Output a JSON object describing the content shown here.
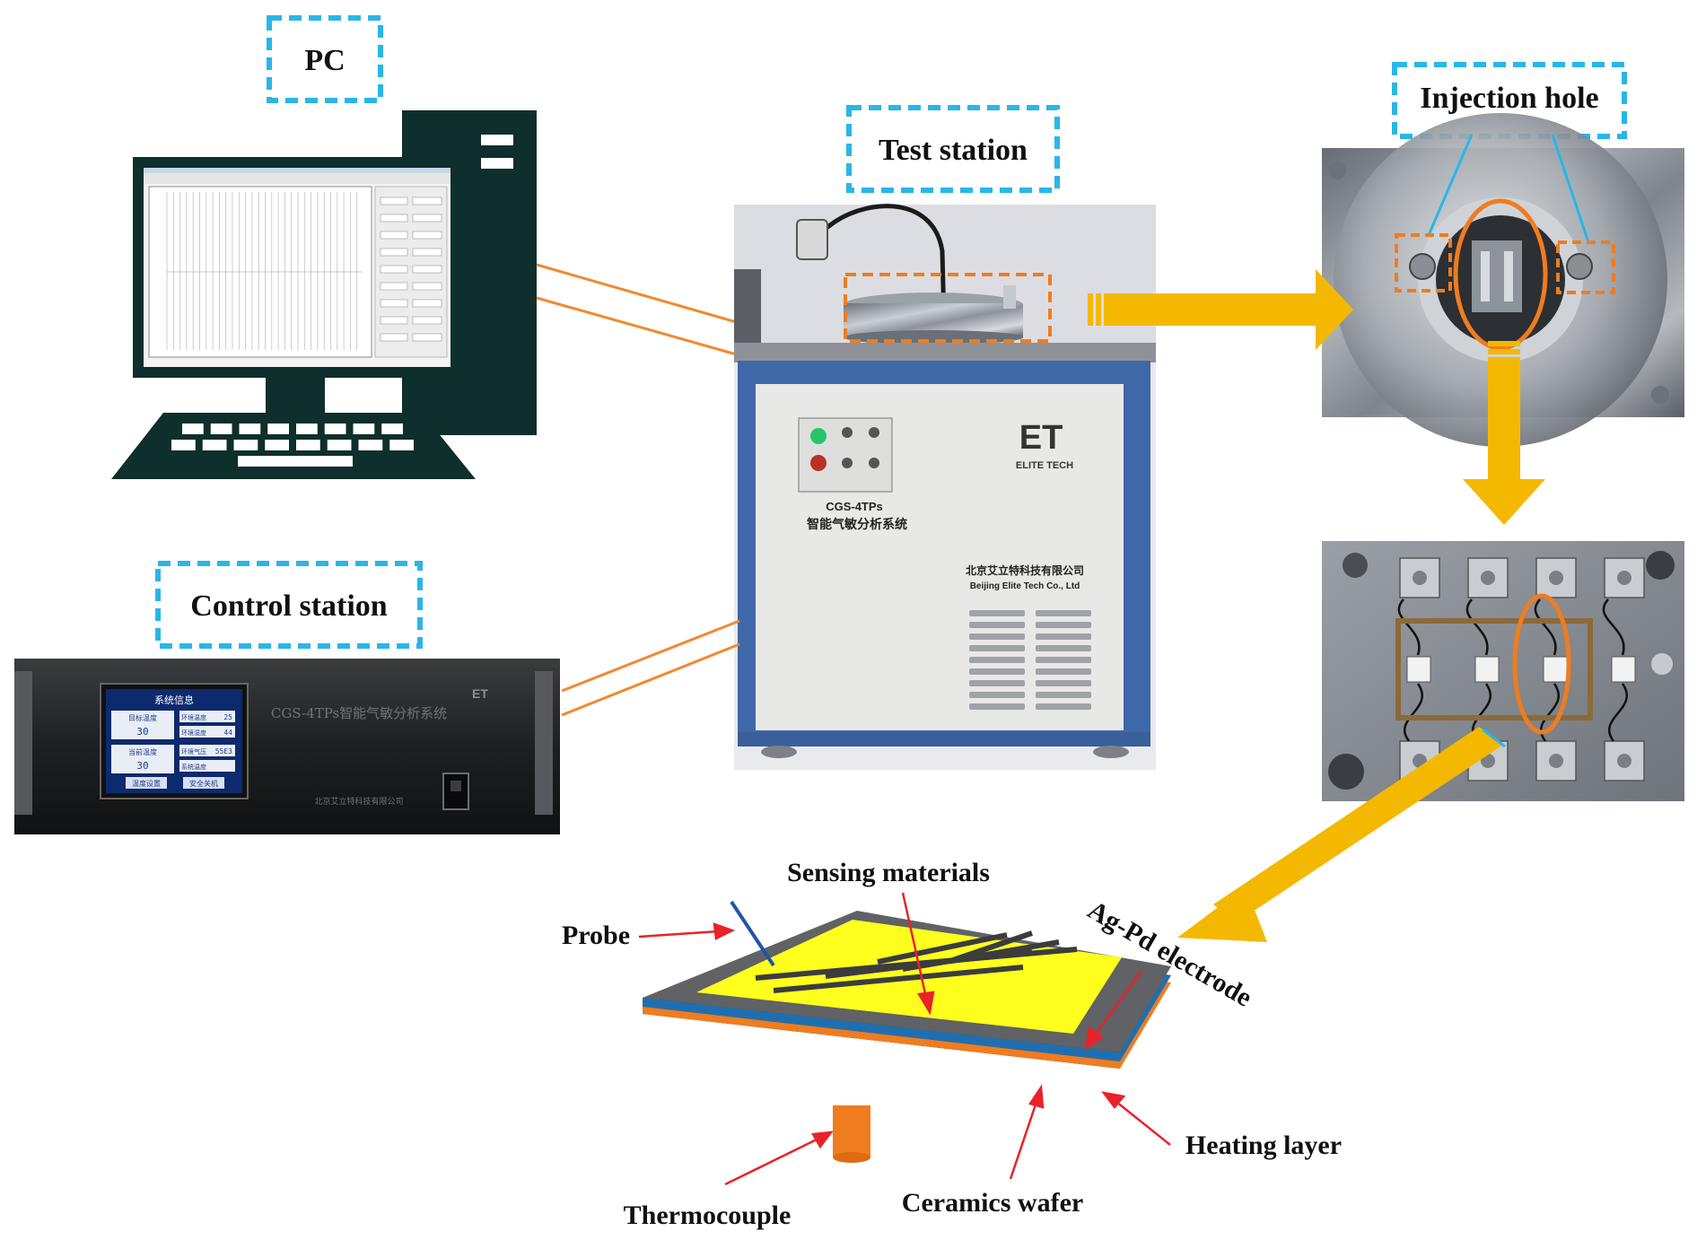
{
  "labels": {
    "pc": "PC",
    "test_station": "Test station",
    "injection_hole": "Injection hole",
    "control_station": "Control station"
  },
  "device": {
    "brand": "ELITE TECH",
    "model": "CGS-4TPs",
    "system_name": "智能气敏分析系统",
    "company_cn": "北京艾立特科技有限公司",
    "company_en": "Beijing Elite Tech Co., Ltd"
  },
  "control_panel": {
    "title": "CGS-4TPs智能气敏分析系统",
    "company": "北京艾立特科技有限公司",
    "screen_title": "系统信息",
    "target_temp_label": "目标温度",
    "target_temp_value": "30",
    "current_temp_label": "当前温度",
    "current_temp_value": "30",
    "env_temp_label": "环境温度",
    "env_temp_value": "25",
    "env_humidity_label": "环境湿度",
    "env_humidity_value": "44",
    "env_pressure_label": "环境气压",
    "env_pressure_value": "55E3",
    "heating_label": "系统温度",
    "btn_set": "温度设置",
    "btn_shutdown": "安全关机"
  },
  "sensor_labels": {
    "sensing_materials": "Sensing materials",
    "probe": "Probe",
    "ag_pd_electrode": "Ag-Pd electrode",
    "heating_layer": "Heating layer",
    "ceramics_wafer": "Ceramics wafer",
    "thermocouple": "Thermocouple"
  },
  "colors": {
    "label_box_border": "#29b6e8",
    "highlight": "#f07c20",
    "arrow": "#f5b800",
    "callout": "#e8232a",
    "pc_dark": "#0e2f2b",
    "cabinet_blue": "#3f68a8",
    "sensing_yellow": "#ffff1e"
  }
}
